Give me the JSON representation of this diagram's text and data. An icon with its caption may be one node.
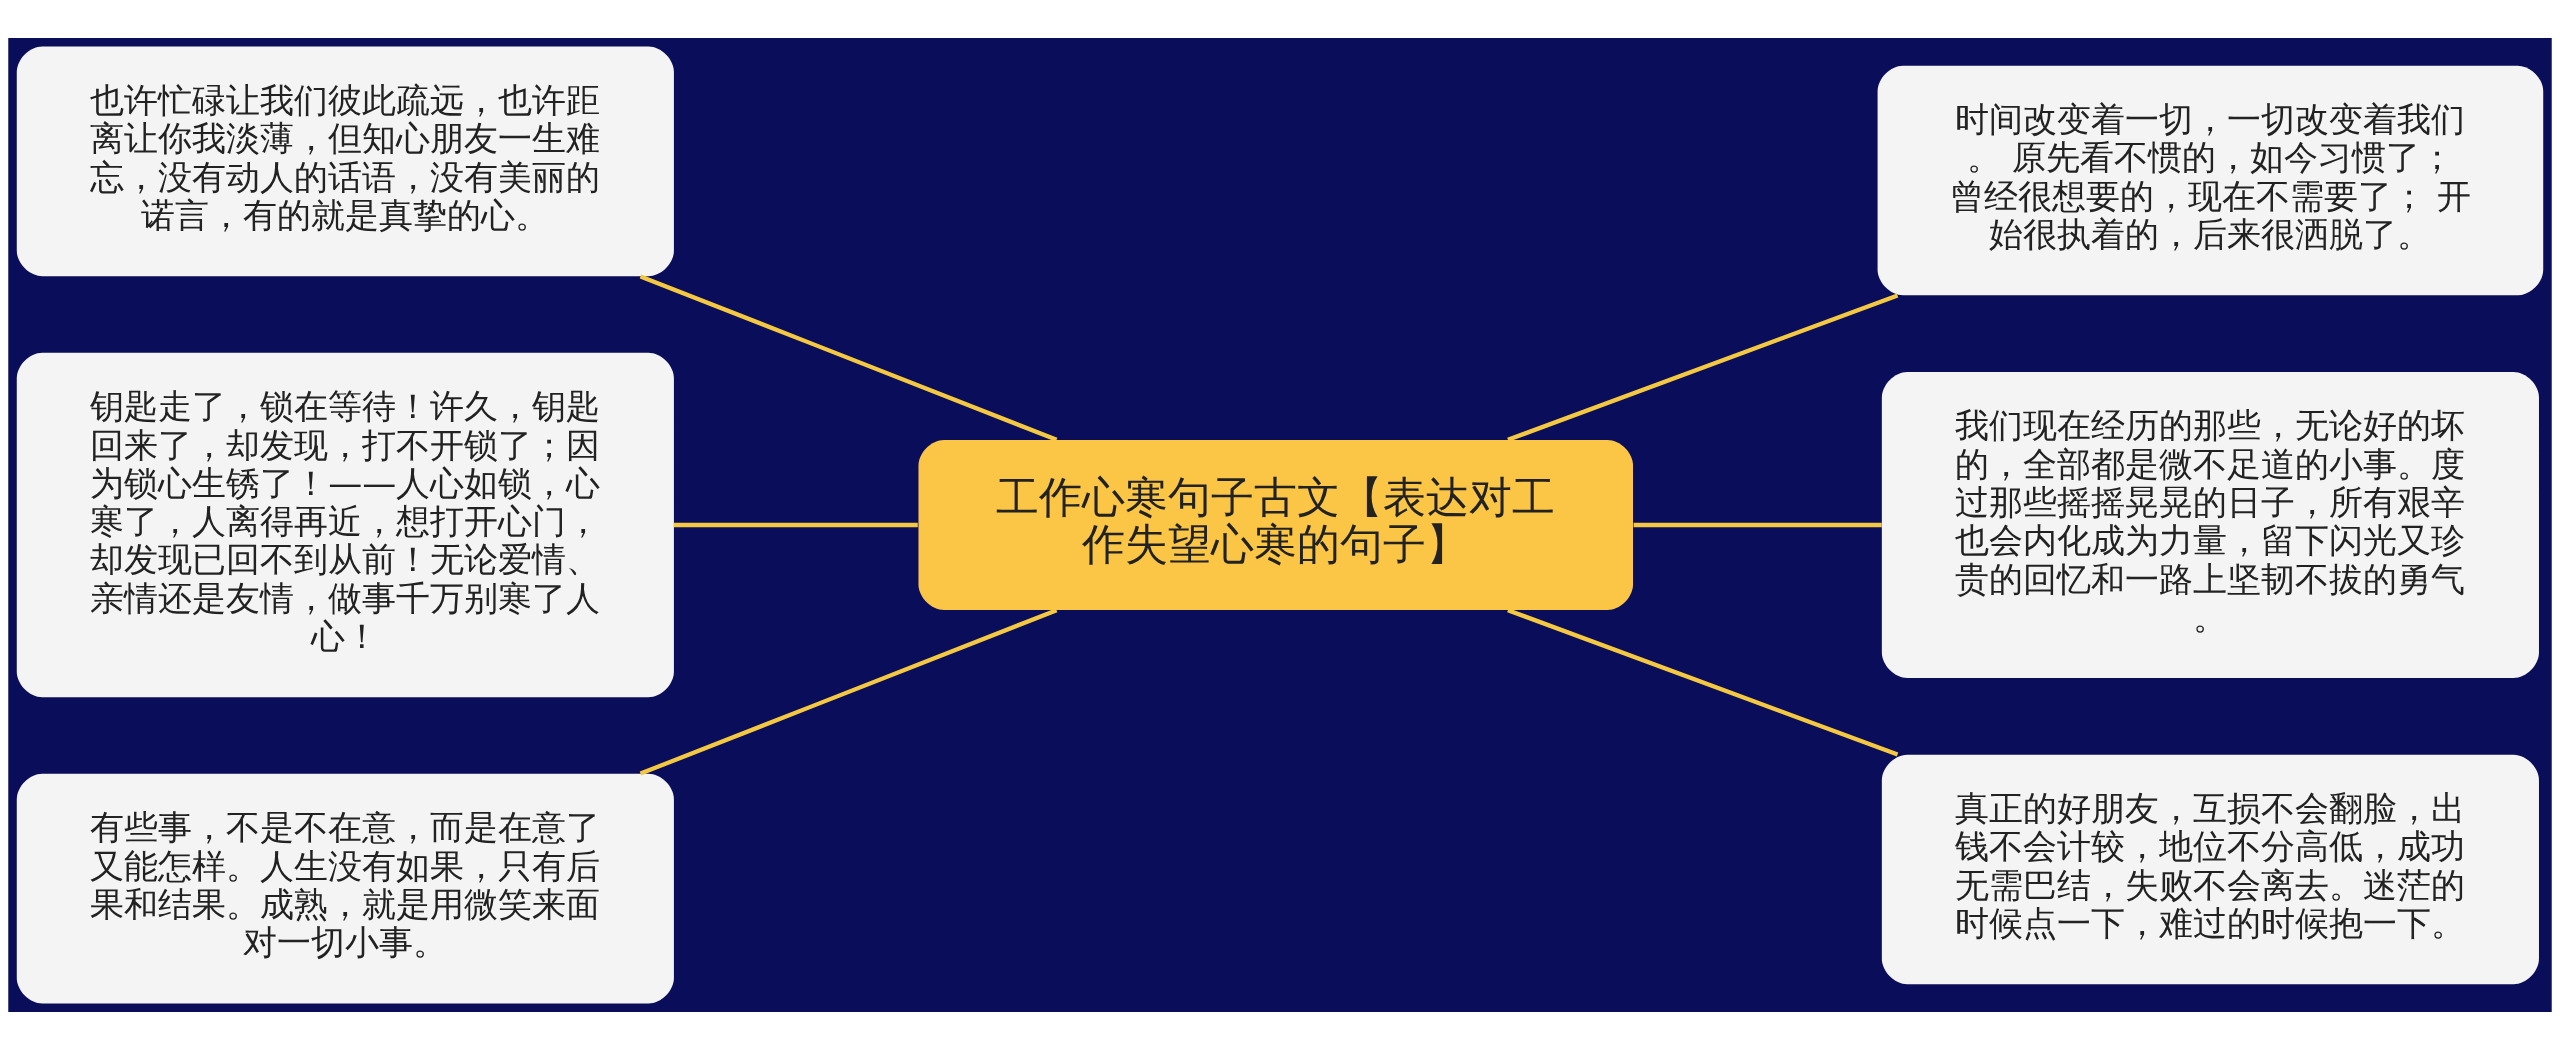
{
  "diagram": {
    "nodes": [
      {
        "text": [
          "工作心寒句子古文【表达对工作失望心寒的句子】"
        ]
      },
      {
        "text": [
          "也许忙碌让我们彼此疏远，也许距离让你我淡薄，但知心朋友一生难忘，没有动人的话语，没有美丽的诺言，有的就是真挚的心。"
        ]
      },
      {
        "text": [
          "钥匙走了，锁在等待！许久，钥匙回来了，却发现，打不开锁了；因为锁心生锈了！——人心如锁，心寒了，人离得再近，想打开心门，却发现已回不到从前！无论爱情、亲情还是友情，做事千万别寒了人心！"
        ]
      },
      {
        "text": [
          "有些事，不是不在意，而是在意了又能怎样。人生没有如果，只有后果和结果。成熟，就是用微笑来面对一切小事。"
        ]
      },
      {
        "text": [
          "时间改变着一切，一切改变着我们。 原先看不惯的，如今习惯了；曾经很想要的，现在不需要了； 开始很执着的，后来很洒脱了。"
        ]
      },
      {
        "text": [
          "我们现在经历的那些，无论好的坏的，全部都是微不足道的小事。度过那些摇摇晃晃的日子，所有艰辛也会内化成为力量，留下闪光又珍贵的回忆和一路上坚韧不拔的勇气。"
        ]
      },
      {
        "text": [
          "真正的好朋友，互损不会翻脸，出钱不会计较，地位不分高低，成功无需巴结，失败不会离去。迷茫的时候点一下，难过的时候抱一下。"
        ]
      }
    ],
    "edges": [
      {
        "from": 0,
        "to": 1,
        "arrow": "none"
      },
      {
        "from": 0,
        "to": 2,
        "arrow": "none"
      },
      {
        "from": 0,
        "to": 3,
        "arrow": "none"
      },
      {
        "from": 0,
        "to": 4,
        "arrow": "none"
      },
      {
        "from": 0,
        "to": 5,
        "arrow": "none"
      },
      {
        "from": 0,
        "to": 6,
        "arrow": "none"
      }
    ]
  }
}
